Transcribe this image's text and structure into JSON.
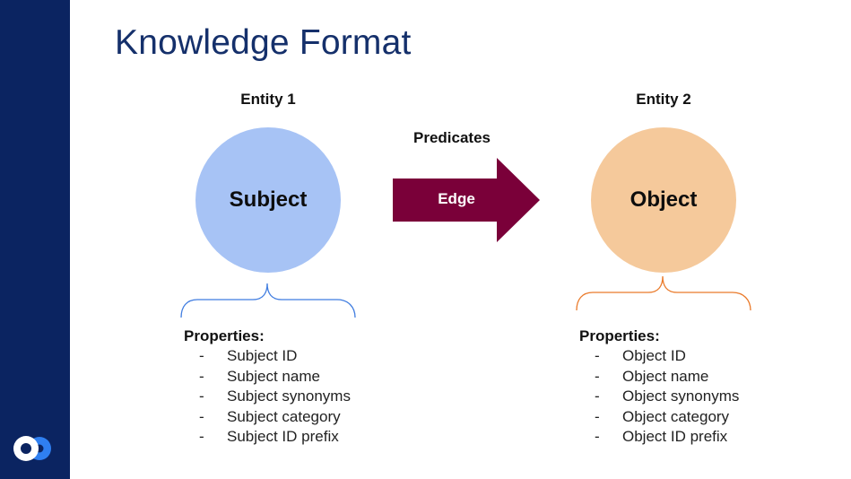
{
  "slide": {
    "title": "Knowledge Format"
  },
  "diagram": {
    "entity1": {
      "label": "Entity 1",
      "node_text": "Subject",
      "node_color": "#a7c3f5",
      "brace_color": "#3f7ce0",
      "properties_title": "Properties:",
      "properties": [
        "Subject ID",
        "Subject name",
        "Subject synonyms",
        "Subject category",
        "Subject ID prefix"
      ]
    },
    "predicate": {
      "label": "Predicates",
      "edge_text": "Edge",
      "arrow_color": "#7a0039"
    },
    "entity2": {
      "label": "Entity 2",
      "node_text": "Object",
      "node_color": "#f5c99b",
      "brace_color": "#ea7a2a",
      "properties_title": "Properties:",
      "properties": [
        "Object ID",
        "Object name",
        "Object synonyms",
        "Object category",
        "Object ID prefix"
      ]
    },
    "bullet_char": "-"
  },
  "colors": {
    "sidebar": "#0b2461",
    "title": "#15306b"
  },
  "logo": {
    "icon": "infinity-loop-logo"
  }
}
